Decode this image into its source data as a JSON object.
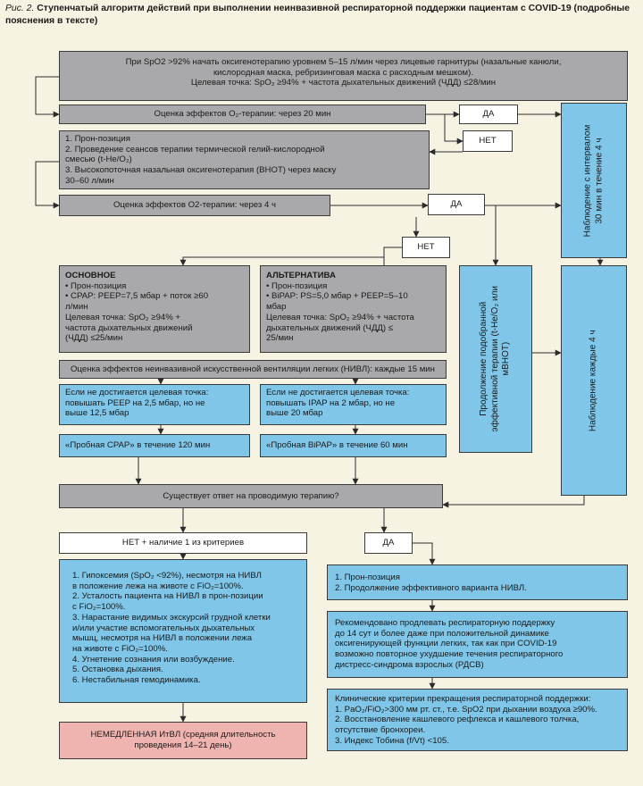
{
  "figure": {
    "label": "Рис. 2.",
    "title": "Ступенчатый алгоритм действий при выполнении неинвазивной респираторной поддержки пациентам с COVID-19 (подробные пояснения в тексте)"
  },
  "start": {
    "l1": "При SpO2 >92% начать оксигенотерапию уровнем 5–15 л/мин через лицевые гарнитуры (назальные канюли,",
    "l2": "кислородная маска, ребризинговая маска с расходным мешком).",
    "l3": "Целевая точка: SpO₂ ≥94% + частота дыхательных движений (ЧДД) ≤28/мин"
  },
  "eval20": "Оценка эффектов O₂-терапии: через 20 мин",
  "yes1": "ДА",
  "no1": "НЕТ",
  "options": {
    "l1": "1. Прон-позиция",
    "l2": "2. Проведение сеансов терапии термической гелий-кислородной",
    "l3": "смесью (t-He/O₂)",
    "l4": "3. Высокопоточная назальная оксигенотерапия (ВНОТ) через маску",
    "l5": "30–60 л/мин"
  },
  "eval4h": "Оценка эффектов O2-терапии: через 4 ч",
  "yes2": "ДА",
  "no2": "НЕТ",
  "observe30": {
    "l1": "Наблюдение с интервалом",
    "l2": "30 мин в течение 4 ч"
  },
  "continueTherapy": {
    "l1": "Продолжение подобранной",
    "l2": "эффективной терапии (t-He/O₂ или",
    "l3": "мВНОТ)"
  },
  "observe4h": "Наблюдение каждые 4 ч",
  "main": {
    "head": "ОСНОВНОЕ",
    "l1": "• Прон-позиция",
    "l2": "• CPAP: PEEP=7,5 мбар + поток ≥60",
    "l3": "л/мин",
    "l4": "Целевая точка: SpO₂ ≥94% +",
    "l5": "частота дыхательных движений",
    "l6": "(ЧДД) ≤25/мин"
  },
  "alt": {
    "head": "АЛЬТЕРНАТИВА",
    "l1": "• Прон-позиция",
    "l2": "• BiPAP: PS=5,0 мбар + PEEP=5–10",
    "l3": "мбар",
    "l4": "Целевая точка: SpO₂ ≥94% + частота",
    "l5": "дыхательных движений (ЧДД) ≤",
    "l6": "25/мин"
  },
  "nivEval": "Оценка эффектов неинвазивной искусственной вентиляции легких (НИВЛ): каждые 15 мин",
  "peep": {
    "l1": "Если не достигается целевая точка:",
    "l2": "повышать PEEP на 2,5 мбар, но не",
    "l3": "выше 12,5 мбар"
  },
  "ipap": {
    "l1": "Если не достигается целевая точка:",
    "l2": "повышать IPAP на 2 мбар, но не",
    "l3": "выше 20 мбар"
  },
  "cpapTrial": "«Пробная CPAP» в течение 120 мин",
  "bipapTrial": "«Пробная BiPAP» в течение 60 мин",
  "response": "Существует ответ на проводимую терапию?",
  "noCriteria": "НЕТ + наличие 1 из критериев",
  "yes3": "ДА",
  "criteria": {
    "l1": "1. Гипоксемия (SpO₂ <92%), несмотря на НИВЛ",
    "l2": "в положение лежа на животе с FiO₂=100%.",
    "l3": "2. Усталость пациента на НИВЛ в прон-позиции",
    "l4": "с FiO₂=100%.",
    "l5": "3. Нарастание видимых экскурсий грудной клетки",
    "l6": "и/или участие вспомогательных дыхательных",
    "l7": "мышц, несмотря на НИВЛ в положении лежа",
    "l8": "на животе с FiO₂=100%.",
    "l9": "4. Угнетение сознания или возбуждение.",
    "l10": "5. Остановка дыхания.",
    "l11": "6. Нестабильная гемодинамика."
  },
  "ivl": {
    "l1": "НЕМЕДЛЕННАЯ ИтВЛ (средняя длительность",
    "l2": "проведения 14–21 день)"
  },
  "continueNiv": {
    "l1": "1. Прон-позиция",
    "l2": "2. Продолжение эффективного варианта НИВЛ."
  },
  "recommend": {
    "l1": "Рекомендовано продлевать респираторную поддержку",
    "l2": "до 14 сут и более даже при положительной динамике",
    "l3": "оксигенирующей функции легких, так как при COVID-19",
    "l4": "возможно повторное ухудшение течения респираторного",
    "l5": "дистресс-синдрома взрослых (РДСВ)"
  },
  "stopCriteria": {
    "l1": "Клинические критерии прекращения респираторной поддержки:",
    "l2": "1. PaO₂/FiO₂>300 мм рт. ст., т.е. SpO2 при дыхании воздуха ≥90%.",
    "l3": "2. Восстановление кашлевого рефлекса и кашлевого толчка,",
    "l4": "отсутствие бронхореи.",
    "l5": "3. Индекс Тобина (f/Vt) <105."
  },
  "colors": {
    "background": "#f7f3e3",
    "gray": "#a9a9ab",
    "blue": "#7fc6e8",
    "pink": "#f0b4b0",
    "white": "#ffffff",
    "line": "#2b2b2b"
  }
}
